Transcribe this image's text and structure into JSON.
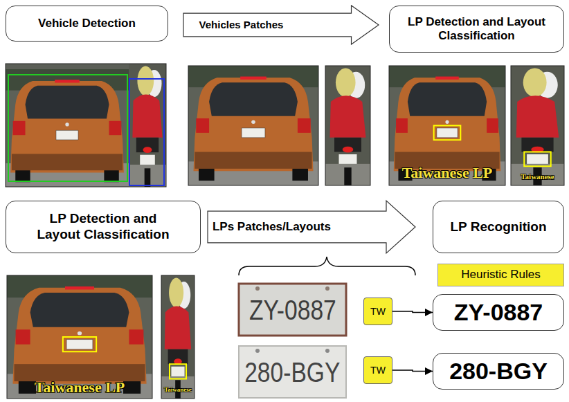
{
  "diagram": {
    "nodes": [
      {
        "text": [
          "Vehicle Detection"
        ]
      },
      {
        "text": [
          "Vehicles Patches"
        ]
      },
      {
        "text": [
          "LP Detection and Layout Classification"
        ]
      },
      {
        "text": [
          "LP Detection and Layout Classification"
        ]
      },
      {
        "text": [
          "LPs Patches/Layouts"
        ]
      },
      {
        "text": [
          "LP Recognition"
        ]
      },
      {
        "text": [
          "Heuristic Rules"
        ]
      },
      {
        "text": [
          "TW"
        ]
      },
      {
        "text": [
          "ZY-0887"
        ]
      },
      {
        "text": [
          "TW"
        ]
      },
      {
        "text": [
          "280-BGY"
        ]
      }
    ],
    "edges": [
      {
        "from": 7,
        "to": 8,
        "arrow": "to"
      },
      {
        "from": 9,
        "to": 10,
        "arrow": "to"
      }
    ],
    "labels": [
      "Taiwanese LP",
      "Taiwanese",
      "Taiwanese LP",
      "Taiwanese",
      "ZY-0887",
      "280-BGY"
    ]
  }
}
